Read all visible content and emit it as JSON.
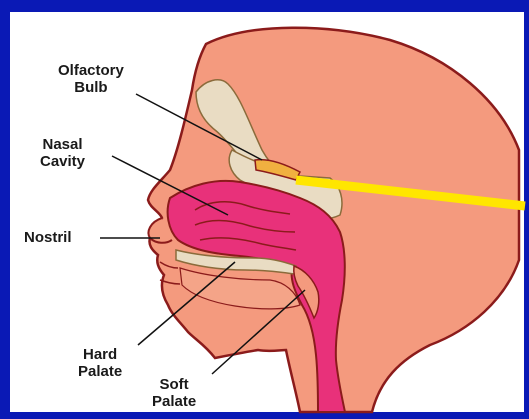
{
  "labels": {
    "olfactory_bulb": {
      "line1": "Olfactory",
      "line2": "Bulb"
    },
    "nasal_cavity": {
      "line1": "Nasal",
      "line2": "Cavity"
    },
    "nostril": {
      "line1": "Nostril"
    },
    "hard_palate": {
      "line1": "Hard",
      "line2": "Palate"
    },
    "soft_palate": {
      "line1": "Soft",
      "line2": "Palate"
    }
  },
  "colors": {
    "frame": "#0a19b5",
    "background": "#ffffff",
    "skin": "#f49a7e",
    "outline": "#8b1b1b",
    "cavity": "#e8317a",
    "bone": "#e9dcc3",
    "pointer": "#ffe600"
  }
}
